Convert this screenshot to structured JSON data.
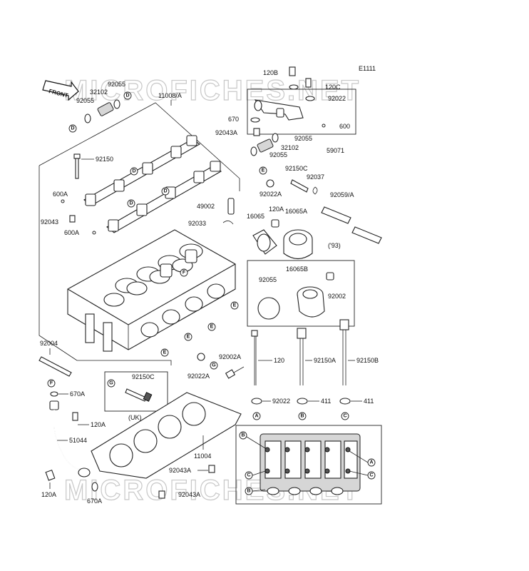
{
  "diagram_code": "E1111",
  "front_label": "FRONT",
  "watermark": "MICROFICHES.NET",
  "uk_label": "(UK)",
  "year_label": "('93)",
  "ref_letters": [
    "A",
    "B",
    "C",
    "D",
    "E",
    "F",
    "G"
  ],
  "part_numbers": {
    "p11008A": "11008/A",
    "p92055": "92055",
    "p32102": "32102",
    "p92150": "92150",
    "p600A": "600A",
    "p92043": "92043",
    "p49002": "49002",
    "p92033": "92033",
    "p92004": "92004",
    "p670A": "670A",
    "p120A": "120A",
    "p51044": "51044",
    "p11004": "11004",
    "p92043A": "92043A",
    "p92150C": "92150C",
    "p92002A": "92002A",
    "p92022A": "92022A",
    "p120B": "120B",
    "p120C": "120C",
    "p92022": "92022",
    "p670": "670",
    "p600": "600",
    "p59071": "59071",
    "p92037": "92037",
    "p92059A": "92059/A",
    "p16065": "16065",
    "p16065A": "16065A",
    "p16065B": "16065B",
    "p92002": "92002",
    "p120": "120",
    "p92150A": "92150A",
    "p92150B": "92150B",
    "p411": "411"
  }
}
